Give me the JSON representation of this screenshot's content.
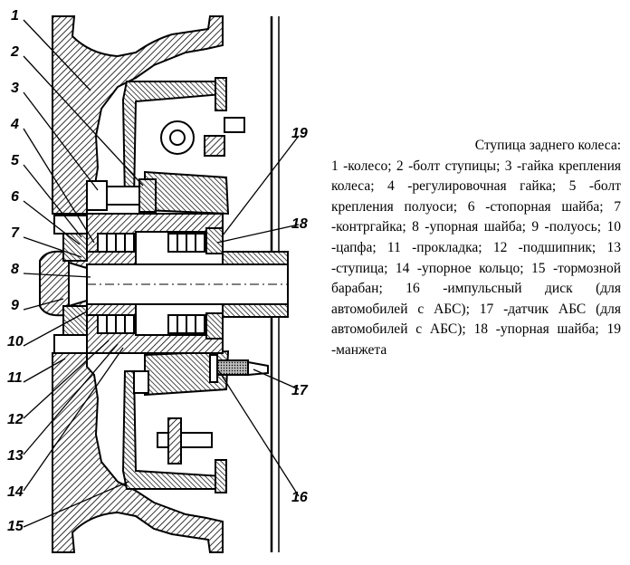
{
  "caption": {
    "title": "Ступица заднего колеса:",
    "body": "1 -колесо; 2 -болт ступицы; 3 -гайка крепления колеса; 4 -регулировочная гайка; 5 -болт крепления полуоси; 6 -стопорная шайба; 7 -контргайка; 8 -упорная шайба; 9 -полуось; 10 -цапфа; 11 -прокладка; 12 -подшипник; 13 -ступица; 14 -упорное кольцо; 15 -тормозной барабан; 16 -импульсный диск (для автомобилей с АБС); 17 -датчик АБС (для автомобилей с АБС); 18 -упорная шайба; 19 -манжета"
  },
  "callouts": [
    "1",
    "2",
    "3",
    "4",
    "5",
    "6",
    "7",
    "8",
    "9",
    "10",
    "11",
    "12",
    "13",
    "14",
    "15",
    "16",
    "17",
    "18",
    "19"
  ]
}
